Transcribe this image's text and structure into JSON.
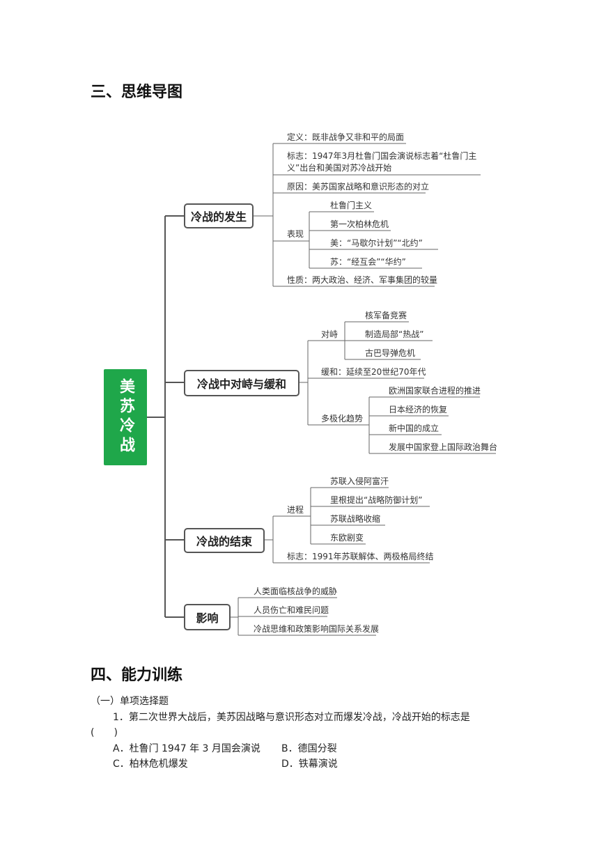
{
  "sections": {
    "mindmap_heading": "三、思维导图",
    "training_heading": "四、能力训练"
  },
  "mindmap": {
    "root": "美苏冷战",
    "origin": {
      "title": "冷战的发生",
      "definition": "定义：既非战争又非和平的局面",
      "sign_line1": "标志：1947年3月杜鲁门国会演说标志着“杜鲁门主",
      "sign_line2": "义”出台和美国对苏冷战开始",
      "cause": "原因：美苏国家战略和意识形态的对立",
      "manifest_label": "表现",
      "manifest_items": [
        "杜鲁门主义",
        "第一次柏林危机",
        "美：“马歇尔计划”“北约”",
        "苏：“经互会”“华约”"
      ],
      "nature": "性质：两大政治、经济、军事集团的较量"
    },
    "confront": {
      "title": "冷战中对峙与缓和",
      "opposition_label": "对峙",
      "opposition_items": [
        "核军备竞赛",
        "制造局部“热战”",
        "古巴导弹危机"
      ],
      "easing": "缓和：延续至20世纪70年代",
      "multipolar_label": "多极化趋势",
      "multipolar_items": [
        "欧洲国家联合进程的推进",
        "日本经济的恢复",
        "新中国的成立",
        "发展中国家登上国际政治舞台"
      ]
    },
    "end": {
      "title": "冷战的结束",
      "process_label": "进程",
      "process_items": [
        "苏联入侵阿富汗",
        "里根提出“战略防御计划”",
        "苏联战略收缩",
        "东欧剧变"
      ],
      "sign": "标志：1991年苏联解体、两极格局终结"
    },
    "impact": {
      "title": "影响",
      "items": [
        "人类面临核战争的威胁",
        "人员伤亡和难民问题",
        "冷战思维和政策影响国际关系发展"
      ]
    }
  },
  "quiz": {
    "part": "（一）单项选择题",
    "q1_stem": "1．第二次世界大战后，美苏因战略与意识形态对立而爆发冷战，冷战开始的标志是",
    "q1_paren": "(　　)",
    "options": {
      "A": "A．杜鲁门 1947 年 3 月国会演说",
      "B": "B．德国分裂",
      "C": "C．柏林危机爆发",
      "D": "D．铁幕演说"
    }
  }
}
